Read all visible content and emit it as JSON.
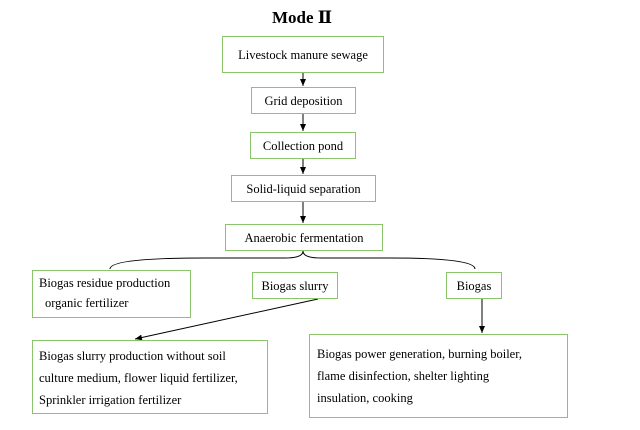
{
  "title": "Mode Ⅱ",
  "nodes": {
    "livestock": "Livestock manure sewage",
    "grid": "Grid deposition",
    "pond": "Collection pond",
    "solid_liquid": "Solid-liquid separation",
    "anaerobic": "Anaerobic fermentation",
    "residue": {
      "lines": [
        "Biogas residue production",
        "organic fertilizer"
      ]
    },
    "slurry": "Biogas slurry",
    "biogas": "Biogas",
    "slurry_production": {
      "lines": [
        "Biogas slurry production without soil",
        "culture medium, flower liquid fertilizer,",
        "Sprinkler irrigation fertilizer"
      ]
    },
    "power": {
      "lines": [
        "Biogas power generation, burning boiler,",
        "flame disinfection, shelter lighting",
        "insulation, cooking"
      ]
    }
  },
  "colors": {
    "box_border": "#8cc46c",
    "arrow": "#000000"
  }
}
